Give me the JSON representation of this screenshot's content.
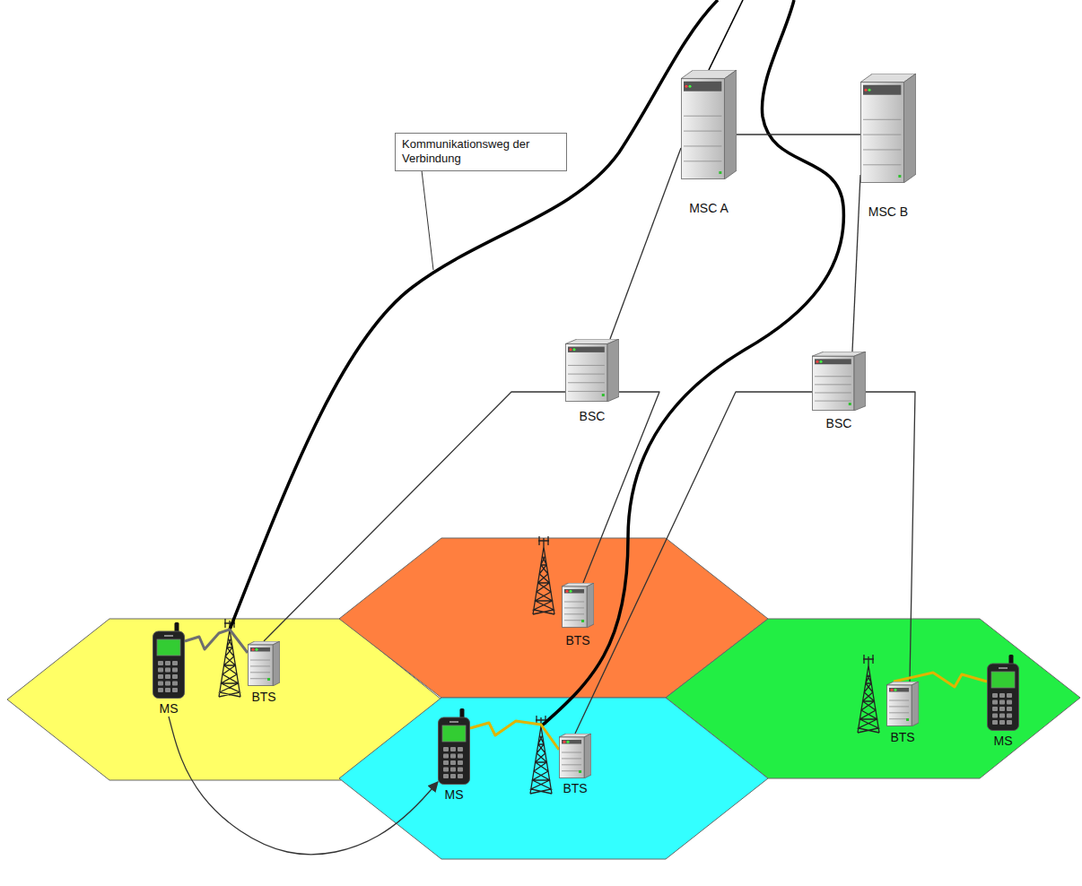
{
  "diagram": {
    "nodes": [
      {
        "text": [
          "MSC A"
        ]
      },
      {
        "text": [
          "MSC B"
        ]
      },
      {
        "text": [
          "Kommunikationsweg der Verbindung"
        ]
      },
      {
        "text": [
          "BSC"
        ]
      },
      {
        "text": [
          "BSC"
        ]
      },
      {
        "text": [
          "BTS"
        ]
      },
      {
        "text": [
          "MS"
        ]
      },
      {
        "text": [
          "BTS"
        ]
      },
      {
        "text": [
          "BTS"
        ]
      },
      {
        "text": [
          "MS"
        ]
      },
      {
        "text": [
          "MS"
        ]
      },
      {
        "text": [
          "BTS"
        ]
      }
    ],
    "edges": [
      {
        "from": 0,
        "to": 1,
        "arrow": "none"
      },
      {
        "from": 0,
        "to": 3,
        "arrow": "none"
      },
      {
        "from": 1,
        "to": 4,
        "arrow": "none"
      },
      {
        "from": 3,
        "to": 7,
        "arrow": "none"
      },
      {
        "from": 3,
        "to": 5,
        "arrow": "none"
      },
      {
        "from": 4,
        "to": 11,
        "arrow": "none"
      },
      {
        "from": 4,
        "to": 8,
        "arrow": "none"
      },
      {
        "from": 6,
        "to": 7,
        "arrow": "none"
      },
      {
        "from": 10,
        "to": 11,
        "arrow": "none"
      },
      {
        "from": 9,
        "to": 8,
        "arrow": "none"
      },
      {
        "from": 6,
        "to": 10,
        "arrow": "to"
      }
    ]
  }
}
